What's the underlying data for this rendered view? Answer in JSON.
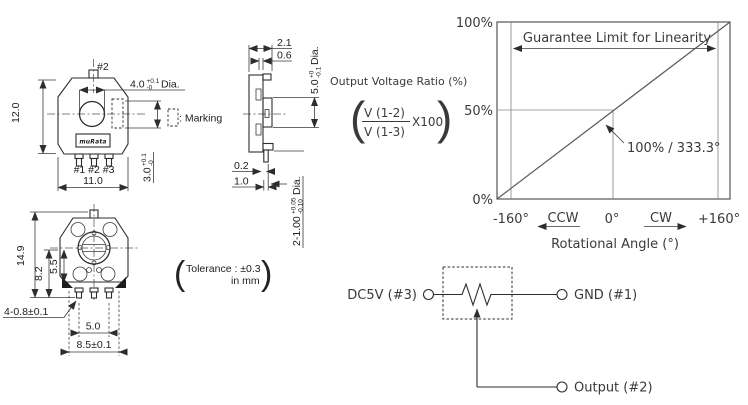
{
  "front_view": {
    "top_pin_label": "#2",
    "shaft_dia": {
      "value": "4.0",
      "tol_up": "+0.1",
      "tol_dn": "-0",
      "suffix": "Dia."
    },
    "body_height": "12.0",
    "body_width": "11.0",
    "marking_height": {
      "value": "3.0",
      "tol_up": "+0.1",
      "tol_dn": "-0"
    },
    "pin_labels": "#1 #2 #3",
    "logo_text": "muRata",
    "marking_legend": ": Marking"
  },
  "side_view": {
    "total_thickness": "2.1",
    "step_thickness": "0.6",
    "flange_dia": {
      "value": "5.0",
      "tol_up": "+0",
      "tol_dn": "-0.1",
      "suffix": "Dia."
    },
    "pin_offset": "0.2",
    "pin_width": "1.0",
    "pin_dia": {
      "value": "2-1.00",
      "tol_up": "+0.05",
      "tol_dn": "-0.10",
      "suffix": "Dia."
    }
  },
  "back_view": {
    "total_height": "14.9",
    "pin_tip_height": "8.2",
    "body_lower_height": "5.5",
    "pin_size": "4-0.8±0.1",
    "pin_span": "5.0",
    "feet_span": "8.5±0.1"
  },
  "tolerance_note": {
    "open": "(",
    "line1": "Tolerance : ±0.3",
    "line2": "in mm",
    "close": ")"
  },
  "graph": {
    "y_axis_title": "Output Voltage Ratio (%)",
    "formula": {
      "open": "(",
      "numerator": "V (1-2)",
      "denominator": "V (1-3)",
      "multiplier": "X100",
      "close": ")"
    },
    "guarantee_label": "Guarantee Limit for Linearity",
    "y_ticks": [
      "100%",
      "50%",
      "0%"
    ],
    "x_ticks": [
      "-160°",
      "0°",
      "+160°"
    ],
    "ccw": "CCW",
    "cw": "CW",
    "slope_annotation": "100% / 333.3°",
    "x_axis_title": "Rotational Angle (°)"
  },
  "circuit": {
    "supply": "DC5V (#3)",
    "ground": "GND (#1)",
    "output": "Output (#2)"
  },
  "colors": {
    "line": "#2d2d2d",
    "chart_line": "#5c5c5c",
    "background": "#ffffff"
  },
  "chart_data": {
    "type": "line",
    "title": "",
    "xlabel": "Rotational Angle (°)",
    "ylabel": "Output Voltage Ratio (%)",
    "x_ticks": [
      "-160°",
      "0°",
      "+160°"
    ],
    "y_ticks": [
      "0%",
      "50%",
      "100%"
    ],
    "xlim": [
      -175,
      175
    ],
    "ylim": [
      0,
      100
    ],
    "series": [
      {
        "name": "Output voltage ratio",
        "x": [
          -166.65,
          0,
          166.65
        ],
        "y": [
          0,
          50,
          100
        ]
      }
    ],
    "annotations": [
      "Guarantee Limit for Linearity spans -160° to +160°",
      "100% / 333.3°",
      "50% output at 0°"
    ],
    "legend": false,
    "grid": false
  }
}
